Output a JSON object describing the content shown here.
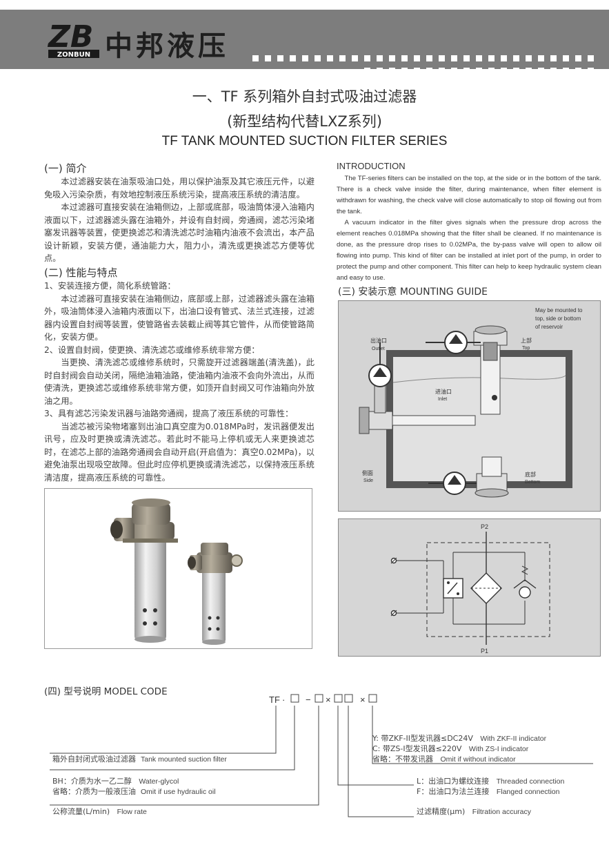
{
  "header": {
    "logo_letters": "ZB",
    "logo_sub": "ZONBUN",
    "brand": "中邦液压"
  },
  "titles": {
    "line1": "一、TF 系列箱外自封式吸油过滤器",
    "line2": "(新型结构代替LXZ系列)",
    "line3": "TF TANK MOUNTED SUCTION FILTER SERIES"
  },
  "intro_cn": {
    "heading": "(一) 简介",
    "p1": "本过滤器安装在油泵吸油口处，用以保护油泵及其它液压元件，以避免吸入污染杂质，有效地控制液压系统污染，提高液压系统的清洁度。",
    "p2": "本过滤器可直接安装在油箱侧边，上部或底部，吸油筒体浸入油箱内液面以下，过滤器滤头露在油箱外，并设有自封阀，旁通阀，滤芯污染堵塞发讯器等装置，使更换滤芯和清洗滤芯时油箱内油液不会流出，本产品设计新颖，安装方便，通油能力大，阻力小，清洗或更换滤芯方便等优点。"
  },
  "features_cn": {
    "heading": "(二) 性能与特点",
    "i1": "1、安装连接方便，简化系统管路：",
    "i1_text": "本过滤器可直接安装在油箱侧边，底部或上部，过滤器滤头露在油箱外，吸油筒体浸入油箱内液面以下，出油口设有管式、法兰式连接，过滤器内设置自封阀等装置，使管路省去装截止阀等其它管件，从而使管路简化，安装方便。",
    "i2": "2、设置自封阀，使更换、清洗滤芯或维修系统非常方便：",
    "i2_text": "当更换、清洗滤芯或维修系统时，只需旋开过滤器端盖(清洗盖)，此时自封阀会自动关闭，隔绝油箱油路，使油箱内油液不会向外流出，从而使清洗，更换滤芯或维修系统非常方便，如顶开自封阀又可作油箱向外放油之用。",
    "i3": "3、具有滤芯污染发讯器与油路旁通阀，提高了液压系统的可靠性：",
    "i3_text": "当滤芯被污染物堵塞到出油口真空度为0.018MPa时，发讯器便发出讯号，应及时更换或清洗滤芯。若此时不能马上停机或无人来更换滤芯时，在滤芯上部的油路旁通阀会自动开启(开启值为：真空0.02MPa)，以避免油泵出现吸空故障。但此时应停机更换或清洗滤芯，以保持液压系统清洁度，提高液压系统的可靠性。"
  },
  "intro_en": {
    "heading": "INTRODUCTION",
    "p1": "The TF-series filters can be installed on the top, at the side or in the bottom of the tank. There is a check valve inside the filter, during maintenance, when filter element is withdrawn for washing, the check valve will close automatically to stop oil flowing out from the tank.",
    "p2": "A vacuum indicator in the filter gives signals when the pressure drop across the element reaches 0.018MPa showing that the filter shall be cleaned. If no maintenance is done, as the pressure drop rises to 0.02MPa, the by-pass valve will open to allow oil flowing into pump. This kind of filter can be installed at inlet port of the pump, in order to protect  the pump and other component. This filter can help to keep hydraulic system clean and easy to use."
  },
  "mounting": {
    "heading": "(三) 安装示意 MOUNTING GUIDE",
    "note1": "May be mounted to",
    "note2": "top, side or bottom",
    "note3": "of reservoir",
    "outlet_cn": "出油口",
    "outlet_en": "Outlet",
    "top_cn": "上部",
    "top_en": "Top",
    "inlet_cn": "进油口",
    "inlet_en": "Inlet",
    "side_cn": "侧面",
    "side_en": "Side",
    "bottom_cn": "底部",
    "bottom_en": "Bottom"
  },
  "schematic": {
    "p2": "P2",
    "p1": "P1"
  },
  "model": {
    "heading": "(四) 型号说明  MODEL CODE",
    "code_tf": "TF",
    "code_dot": "·",
    "code_dash": "−",
    "code_x": "×",
    "y_cn": "Y: 带ZKF-II型发讯器≤DC24V",
    "y_en": "With ZKF-II indicator",
    "c_cn": "C: 带ZS-I型发讯器≤220V",
    "c_en": "With ZS-I indicator",
    "omit_cn": "省略：不带发讯器",
    "omit_en": "Omit if without indicator",
    "tank_cn": "箱外自封闭式吸油过滤器",
    "tank_en": "Tank mounted suction filter",
    "bh_cn": "BH：介质为水一乙二醇",
    "bh_en": "Water-glycol",
    "hyd_cn": "省略：介质为一般液压油",
    "hyd_en": "Omit if use hydraulic oil",
    "l_cn": "L：出油口为螺纹连接",
    "l_en": "Threaded connection",
    "f_cn": "F：出油口为法兰连接",
    "f_en": "Flanged connection",
    "flow_cn": "公称流量(L/min)",
    "flow_en": "Flow rate",
    "acc_cn": "过滤精度(μm)",
    "acc_en": "Filtration accuracy"
  }
}
